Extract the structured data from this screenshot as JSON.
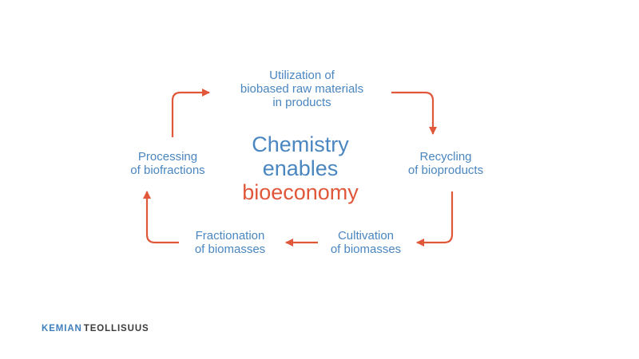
{
  "diagram": {
    "nodes": {
      "top": [
        "Utilization of",
        "biobased raw materials",
        "in products"
      ],
      "right": [
        "Recycling",
        "of bioproducts"
      ],
      "bottom_right": [
        "Cultivation",
        "of biomasses"
      ],
      "bottom_left": [
        "Fractionation",
        "of biomasses"
      ],
      "left": [
        "Processing",
        "of biofractions"
      ]
    },
    "center": {
      "line1": "Chemistry",
      "line2": "enables",
      "line3": "bioeconomy"
    },
    "colors": {
      "text_blue": "#4a86c0",
      "accent_orange": "#e0573a"
    }
  },
  "logo": {
    "part1": "KEMIAN",
    "part2": "TEOLLISUUS"
  }
}
